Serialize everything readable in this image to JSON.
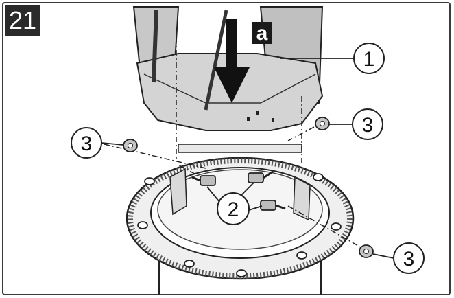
{
  "step": {
    "number": "21"
  },
  "arrow_label": "a",
  "callouts": [
    "1",
    "2",
    "3",
    "3",
    "3"
  ],
  "colors": {
    "badge": "#2b2b2b",
    "line": "#1a1a1a",
    "panel": "#c8c8c8",
    "ring": "#e6e6e6"
  }
}
